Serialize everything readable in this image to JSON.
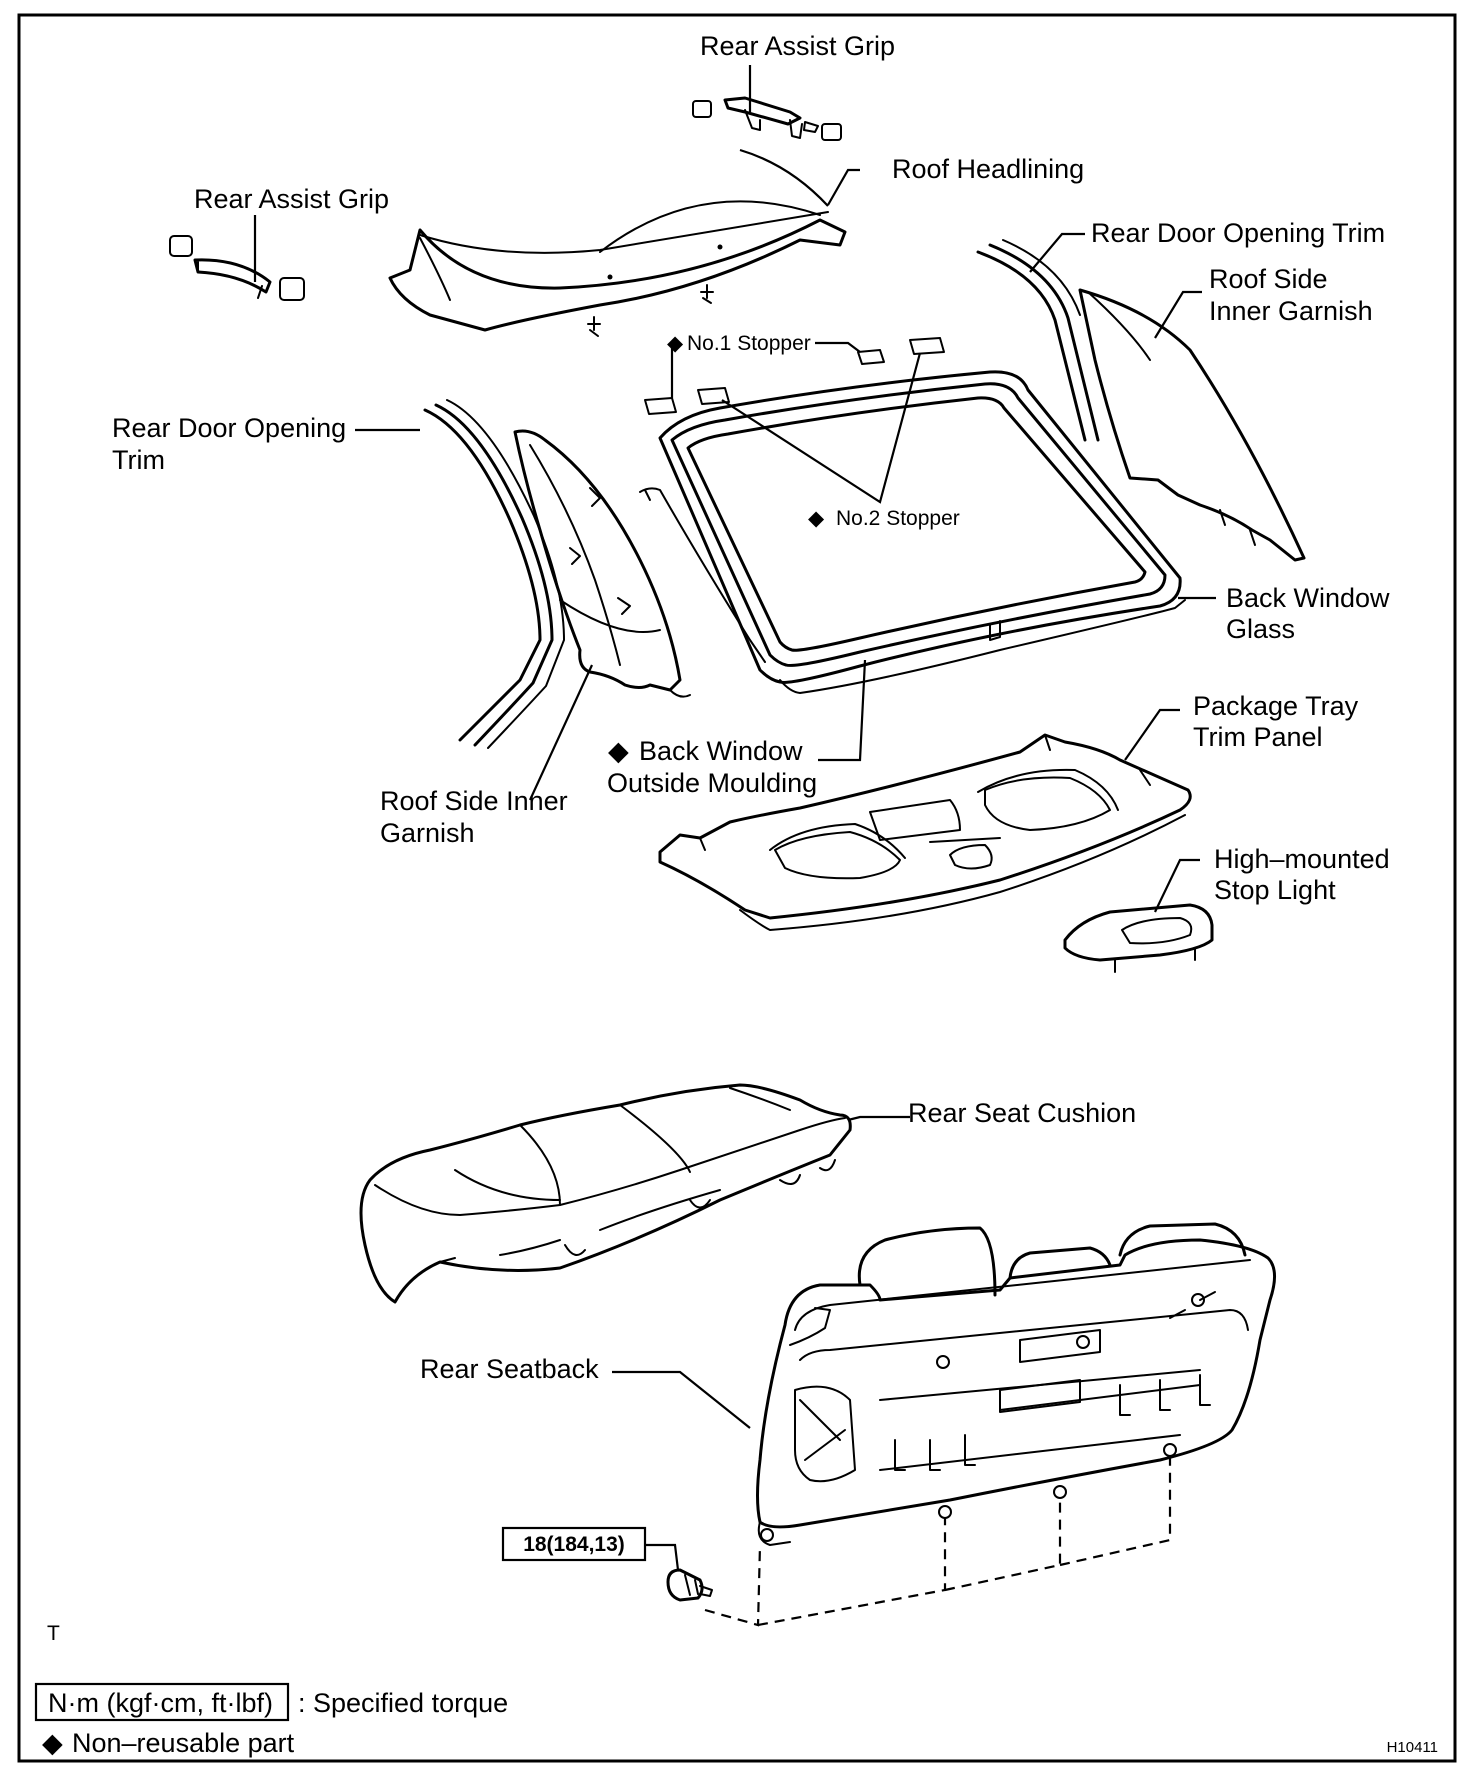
{
  "labels": {
    "rear_assist_grip_top": "Rear Assist Grip",
    "rear_assist_grip_left": "Rear Assist Grip",
    "roof_headlining": "Roof Headlining",
    "rear_door_opening_trim_right": "Rear Door Opening Trim",
    "roof_side_inner_garnish_right_1": "Roof Side",
    "roof_side_inner_garnish_right_2": "Inner Garnish",
    "no1_stopper": "No.1 Stopper",
    "rear_door_opening_trim_left_1": "Rear Door Opening",
    "rear_door_opening_trim_left_2": "Trim",
    "no2_stopper": "No.2 Stopper",
    "back_window_glass_1": "Back Window",
    "back_window_glass_2": "Glass",
    "package_tray_1": "Package Tray",
    "package_tray_2": "Trim Panel",
    "back_window_moulding_1": "Back Window",
    "back_window_moulding_2": "Outside Moulding",
    "roof_side_inner_garnish_left_1": "Roof Side Inner",
    "roof_side_inner_garnish_left_2": "Garnish",
    "stop_light_1": "High–mounted",
    "stop_light_2": "Stop Light",
    "rear_seat_cushion": "Rear Seat Cushion",
    "rear_seatback": "Rear Seatback"
  },
  "torque_value": "18(184,13)",
  "legend": {
    "torque_units": "N·m (kgf·cm, ft·lbf)",
    "torque_desc": ": Specified torque",
    "non_reusable": "Non–reusable part"
  },
  "small_mark": "T",
  "figure_code": "H10411"
}
